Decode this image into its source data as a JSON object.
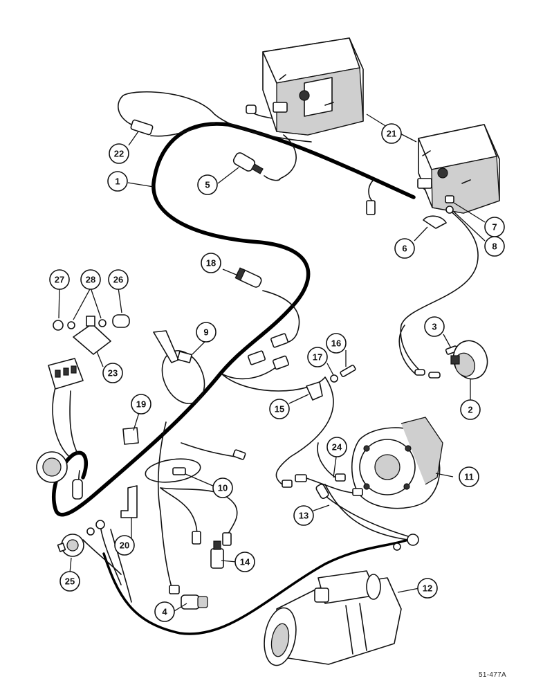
{
  "figure_ref": "51-477A",
  "callouts": [
    {
      "id": "c1",
      "label": "1"
    },
    {
      "id": "c2",
      "label": "2"
    },
    {
      "id": "c3",
      "label": "3"
    },
    {
      "id": "c4",
      "label": "4"
    },
    {
      "id": "c5",
      "label": "5"
    },
    {
      "id": "c6",
      "label": "6"
    },
    {
      "id": "c7",
      "label": "7"
    },
    {
      "id": "c8",
      "label": "8"
    },
    {
      "id": "c9",
      "label": "9"
    },
    {
      "id": "c10",
      "label": "10"
    },
    {
      "id": "c11",
      "label": "11"
    },
    {
      "id": "c12",
      "label": "12"
    },
    {
      "id": "c13",
      "label": "13"
    },
    {
      "id": "c14",
      "label": "14"
    },
    {
      "id": "c15",
      "label": "15"
    },
    {
      "id": "c16",
      "label": "16"
    },
    {
      "id": "c17",
      "label": "17"
    },
    {
      "id": "c18",
      "label": "18"
    },
    {
      "id": "c19",
      "label": "19"
    },
    {
      "id": "c20",
      "label": "20"
    },
    {
      "id": "c21",
      "label": "21"
    },
    {
      "id": "c22",
      "label": "22"
    },
    {
      "id": "c23",
      "label": "23"
    },
    {
      "id": "c24",
      "label": "24"
    },
    {
      "id": "c25",
      "label": "25"
    },
    {
      "id": "c26",
      "label": "26"
    },
    {
      "id": "c27",
      "label": "27"
    },
    {
      "id": "c28",
      "label": "28"
    }
  ]
}
